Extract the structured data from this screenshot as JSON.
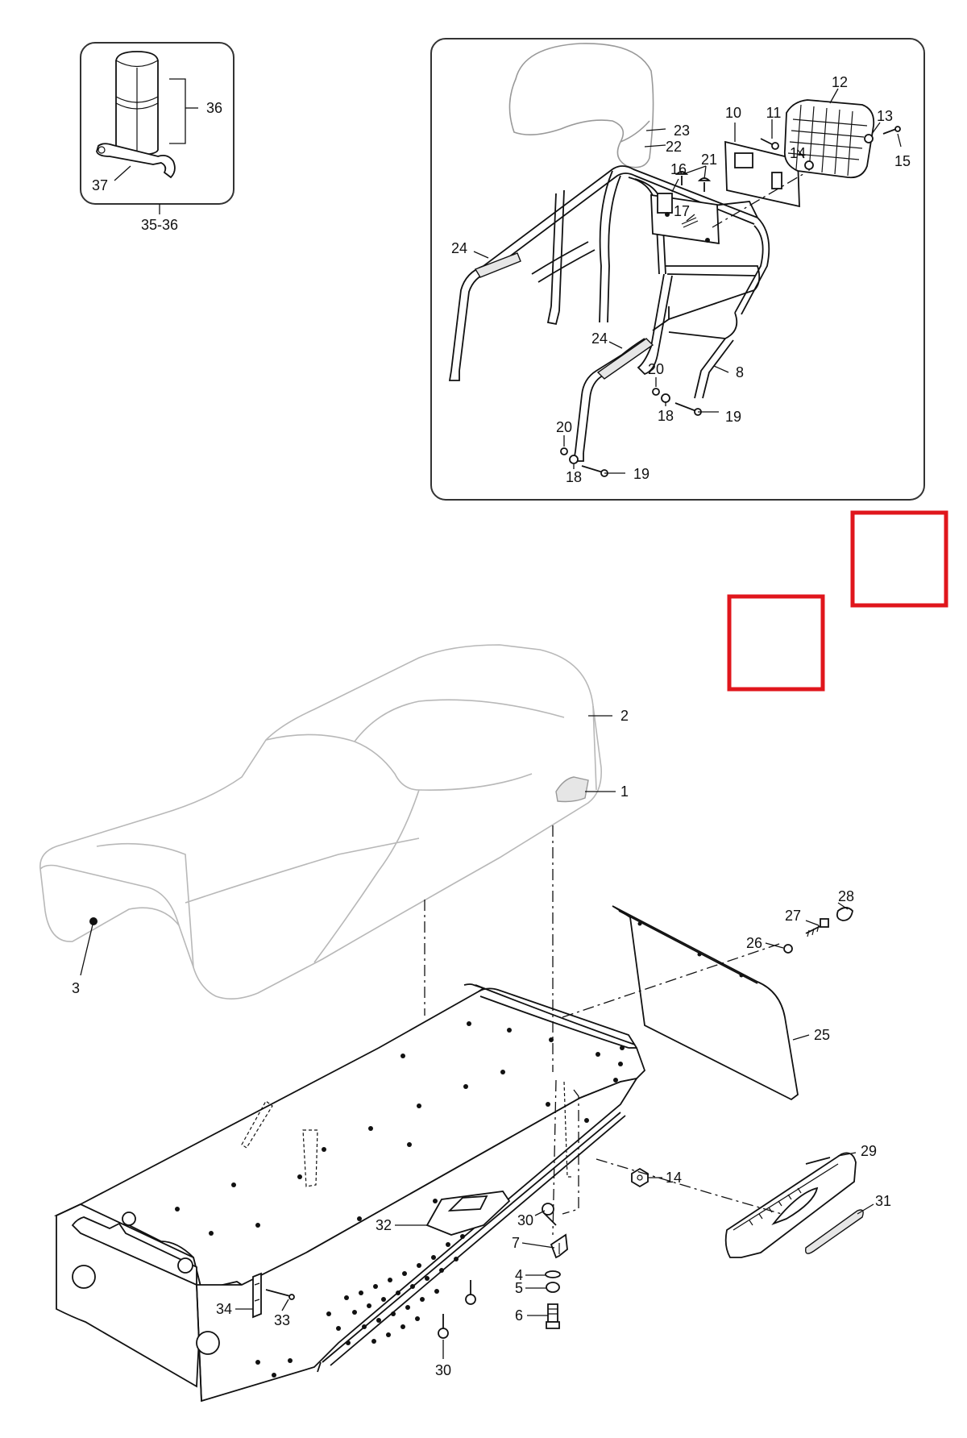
{
  "colors": {
    "line": "#111111",
    "seat_line": "#b8b8b8",
    "highlight_box": "#e0161c",
    "panel_border": "#333333",
    "background": "#ffffff"
  },
  "inset_small": {
    "labels": [
      "36",
      "37",
      "35-36"
    ]
  },
  "inset_rack": {
    "labels": [
      "12",
      "10",
      "11",
      "13",
      "23",
      "22",
      "14",
      "15",
      "21",
      "16",
      "17",
      "24",
      "24",
      "8",
      "20",
      "18",
      "19",
      "20",
      "18",
      "19"
    ]
  },
  "main": {
    "labels": [
      "2",
      "1",
      "3",
      "28",
      "27",
      "26",
      "25",
      "29",
      "14",
      "31",
      "32",
      "30",
      "7",
      "4",
      "5",
      "6",
      "34",
      "33",
      "30"
    ]
  }
}
